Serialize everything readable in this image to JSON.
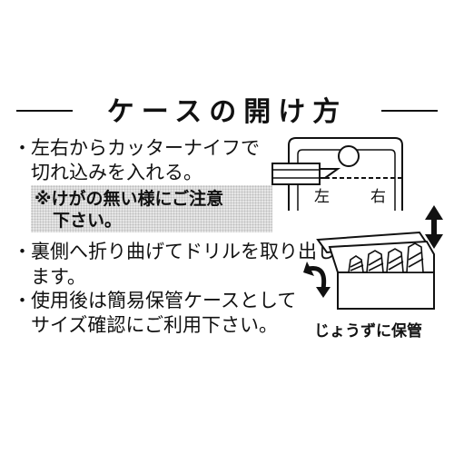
{
  "title": "ケースの開け方",
  "steps": [
    {
      "bullet": "・",
      "lines": [
        "左右からカッターナイフで",
        "切れ込みを入れる。"
      ]
    },
    {
      "note": [
        "※けがの無い様にご注意",
        "下さい。"
      ]
    },
    {
      "bullet": "・",
      "lines": [
        "裏側へ折り曲げてドリルを取り出し",
        "ます。"
      ]
    },
    {
      "bullet": "・",
      "lines": [
        "使用後は簡易保管ケースとして",
        "サイズ確認にご利用下さい。"
      ]
    }
  ],
  "diagram1": {
    "left_label": "左",
    "right_label": "右"
  },
  "diagram2": {
    "caption": "じょうずに保管"
  },
  "icons": [
    "cutter-knife-icon",
    "up-down-arrow-icon",
    "curved-arrow-icon",
    "drill-bits-icon"
  ]
}
